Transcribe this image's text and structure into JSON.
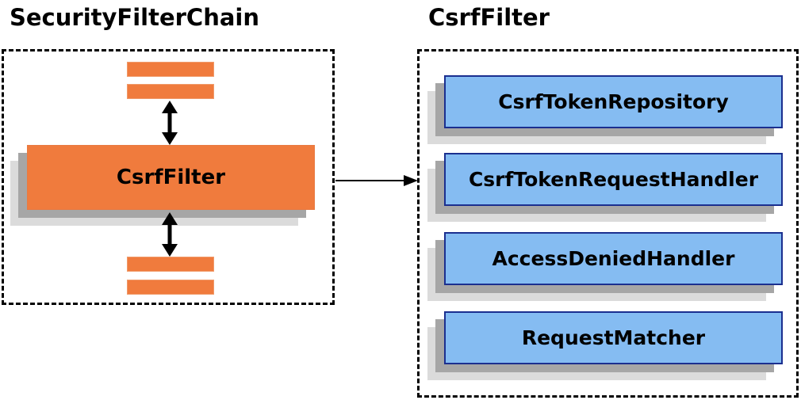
{
  "left_panel": {
    "title": "SecurityFilterChain",
    "filter_box_label": "CsrfFilter"
  },
  "right_panel": {
    "title": "CsrfFilter",
    "components": [
      "CsrfTokenRepository",
      "CsrfTokenRequestHandler",
      "AccessDeniedHandler",
      "RequestMatcher"
    ]
  },
  "colors": {
    "filter_orange": "#F07B3D",
    "component_blue": "#85BCF2",
    "component_border_blue": "#1B2F8F",
    "shadow_dark": "#A6A6A6",
    "shadow_light": "#DBDBDB",
    "dashed_border": "#000000"
  }
}
